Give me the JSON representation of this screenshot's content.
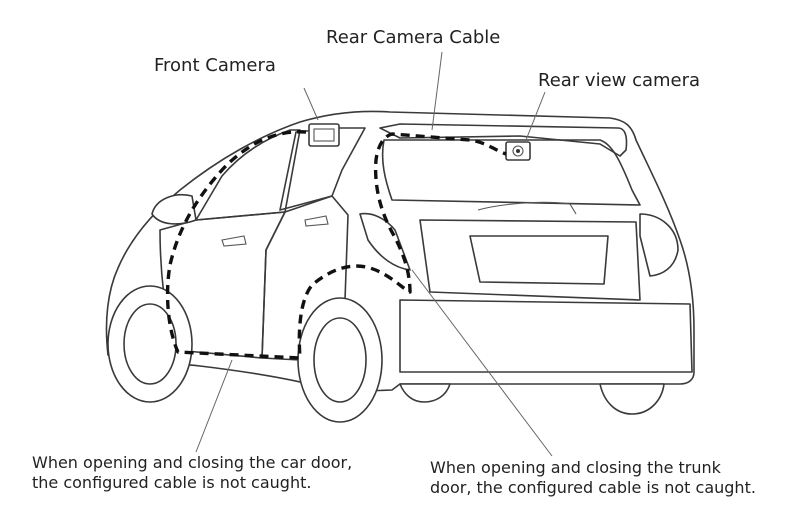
{
  "labels": {
    "rear_camera_cable": "Rear Camera Cable",
    "front_camera": "Front Camera",
    "rear_view_camera": "Rear view camera"
  },
  "notes": {
    "door_line1": "When opening and closing the car door,",
    "door_line2": "the configured cable is not caught.",
    "trunk_line1": "When opening and closing the trunk",
    "trunk_line2": "door, the configured cable is not caught."
  },
  "colors": {
    "line": "#3a3a3a",
    "cable": "#111111",
    "background": "#ffffff"
  }
}
